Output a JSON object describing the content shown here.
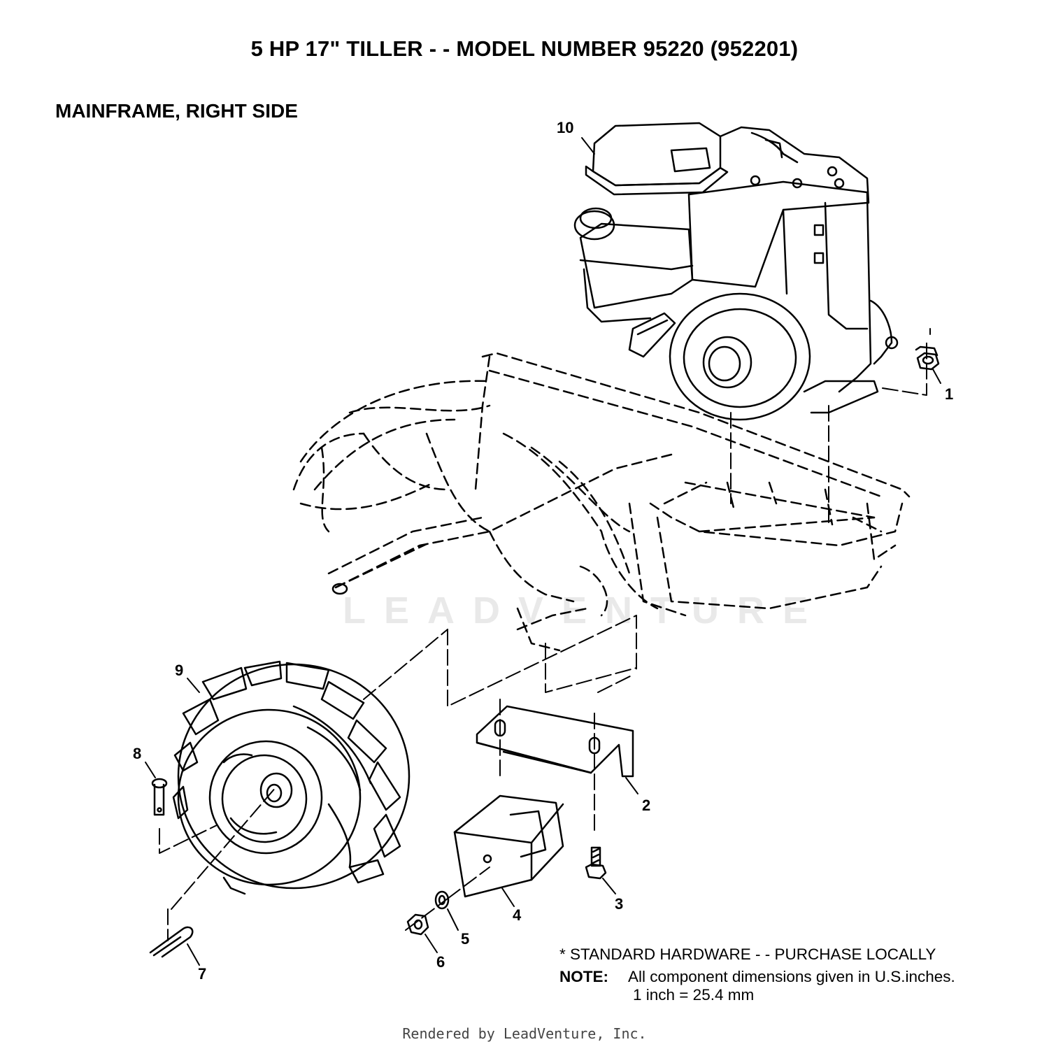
{
  "title": "5 HP 17\" TILLER - - MODEL NUMBER 95220 (952201)",
  "subtitle": "MAINFRAME, RIGHT SIDE",
  "callouts": [
    "1",
    "2",
    "3",
    "4",
    "5",
    "6",
    "7",
    "8",
    "9",
    "10"
  ],
  "notes": {
    "standard_hardware": "* STANDARD HARDWARE - - PURCHASE LOCALLY",
    "note_label": "NOTE:",
    "note_text": "All component dimensions given in U.S.inches.",
    "conversion": "1 inch = 25.4 mm"
  },
  "watermark": "LEADVENTURE",
  "footer": "Rendered by LeadVenture, Inc.",
  "colors": {
    "ink": "#000000",
    "watermark": "#e9e9e9",
    "footer": "#444444"
  }
}
